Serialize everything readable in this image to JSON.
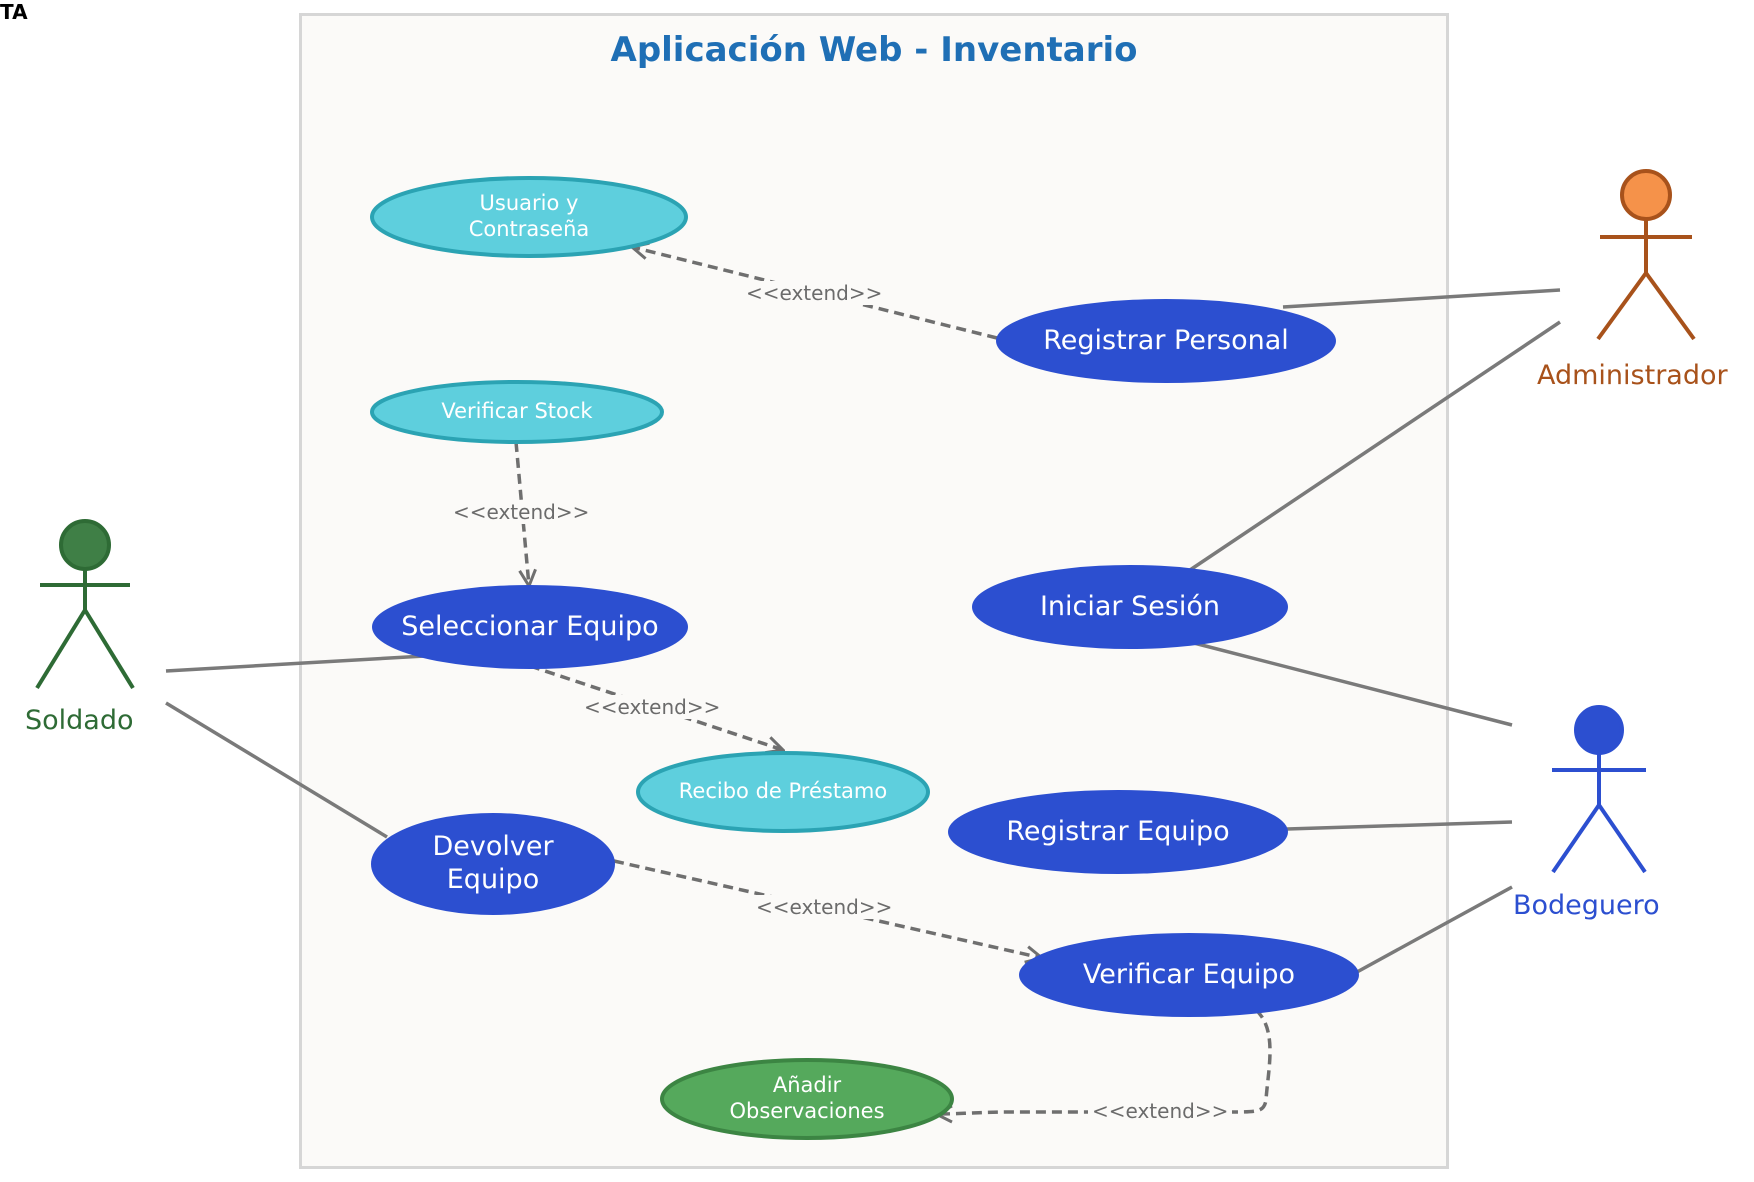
{
  "corner_mark": "TA",
  "system": {
    "title": "Aplicación Web - Inventario"
  },
  "actors": {
    "soldado": {
      "name": "Soldado",
      "color": "#2e6b35",
      "head_fill": "#3f7f46"
    },
    "administrador": {
      "name": "Administrador",
      "color": "#a8521b",
      "head_fill": "#f5924a"
    },
    "bodeguero": {
      "name": "Bodeguero",
      "color": "#2c4fd0",
      "head_fill": "#2c4fd0"
    }
  },
  "use_cases": {
    "usuario_contrasena": {
      "lines": [
        "Usuario y",
        "Contraseña"
      ]
    },
    "registrar_personal": {
      "label": "Registrar Personal"
    },
    "verificar_stock": {
      "label": "Verificar Stock"
    },
    "seleccionar_equipo": {
      "label": "Seleccionar Equipo"
    },
    "iniciar_sesion": {
      "label": "Iniciar Sesión"
    },
    "recibo_prestamo": {
      "label": "Recibo de Préstamo"
    },
    "registrar_equipo": {
      "label": "Registrar Equipo"
    },
    "devolver_equipo": {
      "lines": [
        "Devolver",
        "Equipo"
      ]
    },
    "verificar_equipo": {
      "label": "Verificar Equipo"
    },
    "anadir_observaciones": {
      "lines": [
        "Añadir",
        "Observaciones"
      ]
    }
  },
  "relations": {
    "extend_1": "<<extend>>",
    "extend_2": "<<extend>>",
    "extend_3": "<<extend>>",
    "extend_4": "<<extend>>",
    "extend_5": "<<extend>>"
  },
  "colors": {
    "primary_use_case": "#2c4fd0",
    "secondary_use_case": "#5ecfdd",
    "secondary_stroke": "#2ba3b3",
    "green_use_case": "#55a95c",
    "green_stroke": "#3c8543",
    "association_line": "#7a7a7a",
    "extend_line": "#6f6f6f",
    "title": "#1f6fb5"
  }
}
